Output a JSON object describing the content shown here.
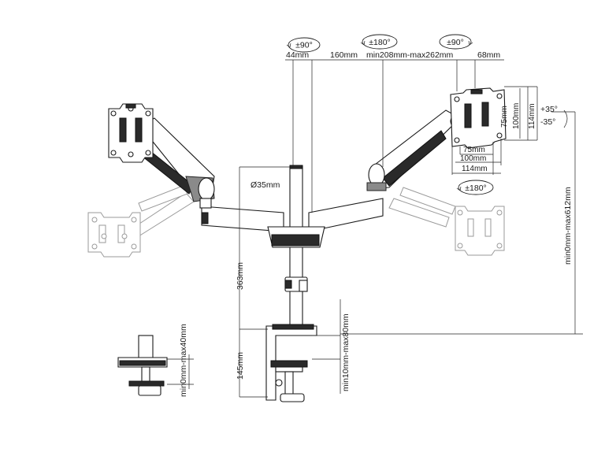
{
  "rotations": {
    "pole_swivel": "±90°",
    "mid_joint": "±180°",
    "vesa_swivel": "±90°",
    "rotation_lower": "±180°"
  },
  "dimensions": {
    "top_a": "44mm",
    "top_b": "160mm",
    "top_c": "min208mm-max262mm",
    "top_d": "68mm",
    "pole_diameter": "Ø35mm",
    "pole_height": "363mm",
    "base_height": "145mm",
    "clamp_range": "min10mm-max80mm",
    "grommet_range": "min0mm-max40mm",
    "arm_height_range": "min0mm-max612mm",
    "vesa_v1": "75mm",
    "vesa_v2": "100mm",
    "vesa_v3": "114mm",
    "vesa_h1": "75mm",
    "vesa_h2": "100mm",
    "vesa_h3": "114mm",
    "tilt_up": "+35°",
    "tilt_down": "-35°"
  },
  "colors": {
    "line": "#1a1a1a",
    "ghost": "#9a9a9a",
    "dark": "#2a2a2a"
  }
}
